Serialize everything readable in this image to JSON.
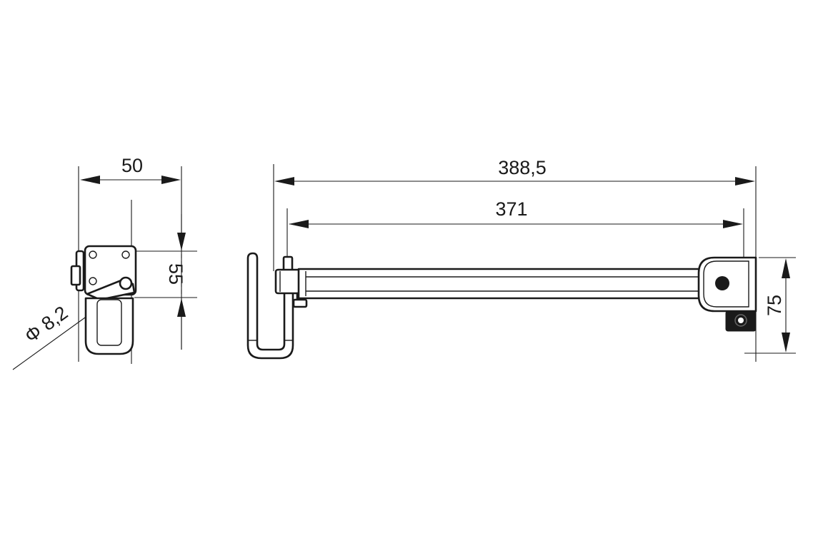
{
  "drawing": {
    "type": "technical-dimension-drawing",
    "subject": "wall-mounted extension arm with U-hook and pivot bracket",
    "views": [
      {
        "name": "side-view",
        "dimensions": {
          "width": "50",
          "hole_spacing": "55",
          "hole_diameter": "Φ 8,2"
        }
      },
      {
        "name": "front-view",
        "dimensions": {
          "overall_length": "388,5",
          "arm_length": "371",
          "bracket_height": "75"
        }
      }
    ],
    "colors": {
      "line": "#1a1a1a",
      "background": "#ffffff"
    }
  }
}
